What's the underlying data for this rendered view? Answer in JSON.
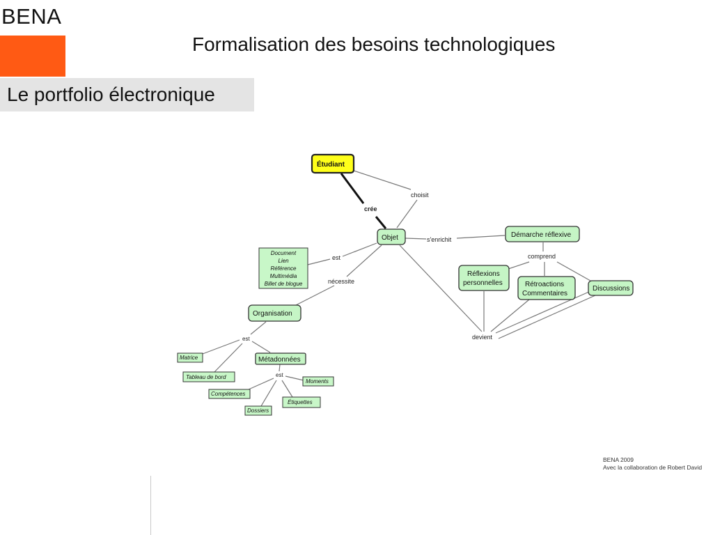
{
  "header": {
    "brand": "BENA",
    "title": "Formalisation des besoins technologiques",
    "section": "Le portfolio électronique"
  },
  "concept_map": {
    "nodes": {
      "etudiant": "Étudiant",
      "objet": "Objet",
      "demarche": "Démarche réflexive",
      "reflexions_1": "Réflexions",
      "reflexions_2": "personnelles",
      "retroactions_1": "Rétroactions",
      "retroactions_2": "Commentaires",
      "discussions": "Discussions",
      "organisation": "Organisation",
      "metadonnees": "Métadonnées"
    },
    "object_types": [
      "Document",
      "Lien",
      "Référence",
      "Multimédia",
      "Billet de blogue"
    ],
    "leaves": {
      "matrice": "Matrice",
      "tableau": "Tableau de bord",
      "competences": "Compétences",
      "dossiers": "Dossiers",
      "etiquettes": "Étiquettes",
      "moments": "Moments"
    },
    "links": {
      "choisit": "choisit",
      "cree": "crée",
      "senrichit": "s'enrichit",
      "comprend": "comprend",
      "est_objet": "est",
      "necessite": "nécessite",
      "est_org": "est",
      "est_meta": "est",
      "devient": "devient"
    }
  },
  "credit": {
    "line1": "BENA 2009",
    "line2": "Avec la collaboration de Robert David"
  }
}
